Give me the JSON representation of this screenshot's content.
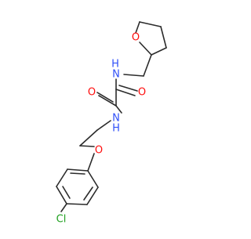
{
  "molecule": {
    "atoms": {
      "ring_oxygen": "O",
      "amine_top": "N",
      "amine_top_h": "H",
      "carbonyl_left": "O",
      "carbonyl_right": "O",
      "amine_bottom": "N",
      "amine_bottom_h": "H",
      "ether_oxygen": "O",
      "chlorine": "Cl"
    },
    "colors": {
      "bond": "#2b2b2b",
      "oxygen": "#ff0d0d",
      "nitrogen": "#3050f8",
      "chlorine": "#1fa01f",
      "background": "#ffffff"
    }
  }
}
